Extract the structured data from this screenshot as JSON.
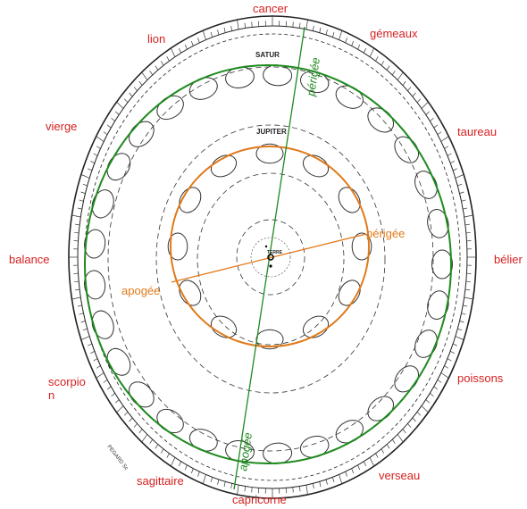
{
  "zodiac": {
    "cancer": "cancer",
    "gemeaux": "gémeaux",
    "lion": "lion",
    "taureau": "taureau",
    "vierge": "vierge",
    "balance": "balance",
    "belier": "bélier",
    "scorpion": "scorpio\nn",
    "poissons": "poissons",
    "sagittaire": "sagittaire",
    "verseau": "verseau",
    "capricorne": "capricorne"
  },
  "planets": {
    "saturn": "SATUR",
    "jupiter": "JUPITER",
    "earth": "TERRE"
  },
  "annotations": {
    "saturn_perigee": "périgée",
    "saturn_apogee": "apogée",
    "jupiter_perigee": "périgée",
    "jupiter_apogee": "apogée"
  },
  "signature": "PEGARD Sc",
  "colors": {
    "zodiac_text": "#d61f1f",
    "saturn_orbit": "#1e8a1e",
    "jupiter_orbit": "#e07a1a",
    "ink": "#222222"
  }
}
